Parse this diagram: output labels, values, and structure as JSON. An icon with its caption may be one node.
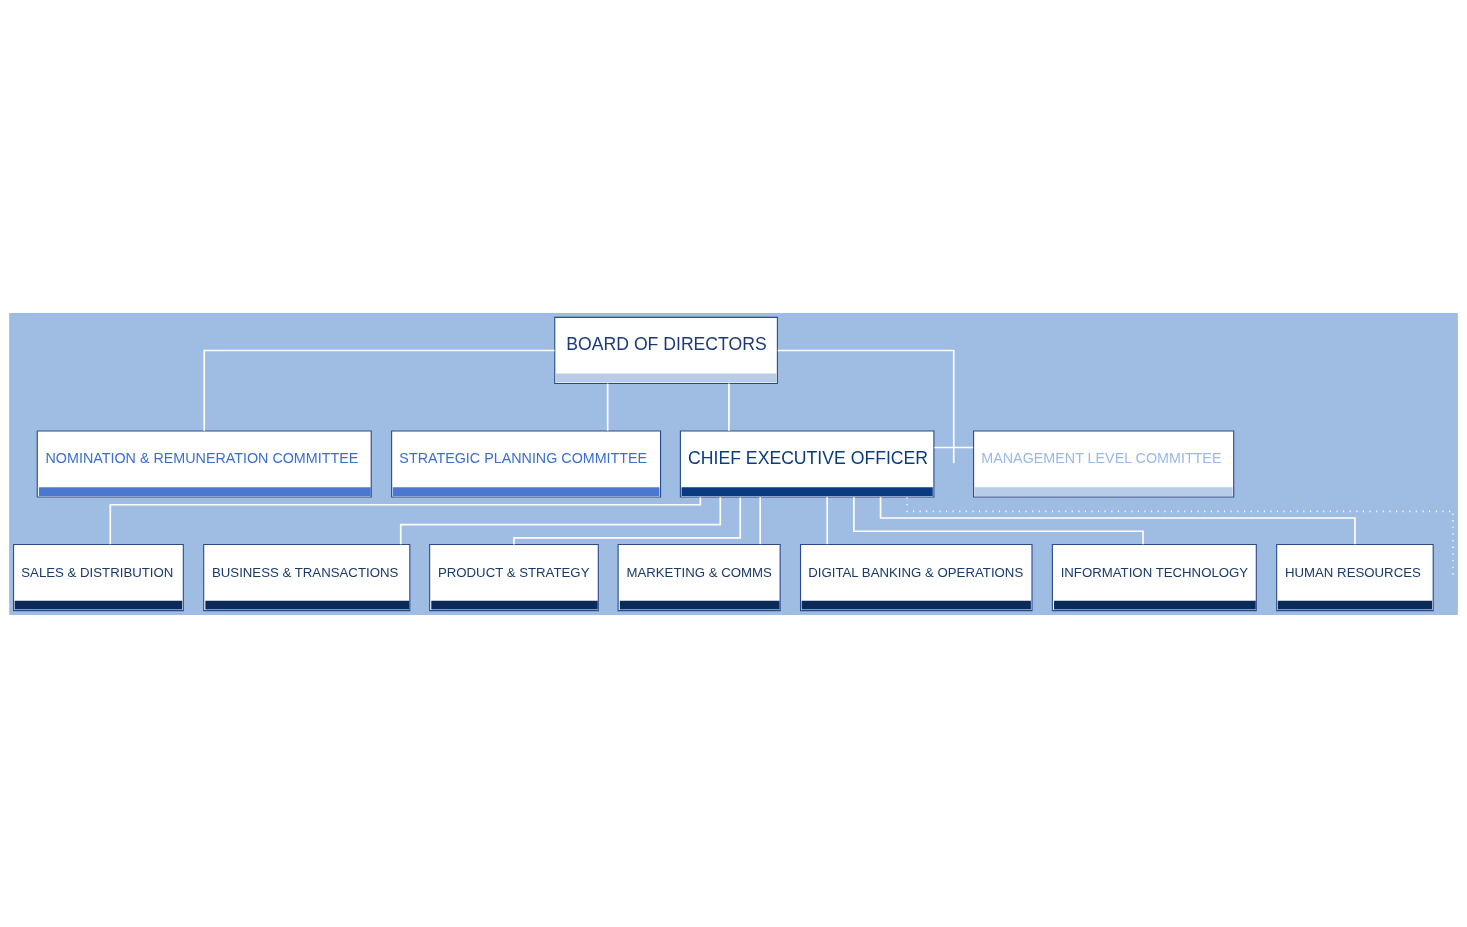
{
  "diagram": {
    "nodes": [
      {
        "text": [
          "BOARD OF DIRECTORS"
        ]
      },
      {
        "text": [
          "NOMINATION & REMUNERATION COMMITTEE"
        ]
      },
      {
        "text": [
          "STRATEGIC PLANNING COMMITTEE"
        ]
      },
      {
        "text": [
          "MANAGEMENT LEVEL COMMITTEE"
        ]
      },
      {
        "text": [
          "CHIEF EXECUTIVE OFFICER"
        ]
      },
      {
        "text": [
          "SALES & DISTRIBUTION"
        ]
      },
      {
        "text": [
          "BUSINESS & TRANSACTIONS"
        ]
      },
      {
        "text": [
          "PRODUCT & STRATEGY"
        ]
      },
      {
        "text": [
          "MARKETING & COMMS"
        ]
      },
      {
        "text": [
          "DIGITAL BANKING & OPERATIONS"
        ]
      },
      {
        "text": [
          "INFORMATION TECHNOLOGY"
        ]
      },
      {
        "text": [
          "HUMAN RESOURCES"
        ]
      }
    ],
    "edges": [
      {
        "from": 0,
        "to": 1,
        "arrow": "none"
      },
      {
        "from": 0,
        "to": 2,
        "arrow": "none"
      },
      {
        "from": 0,
        "to": null,
        "arrow": "none"
      },
      {
        "from": 0,
        "to": 4,
        "arrow": "none"
      },
      {
        "from": 3,
        "to": 4,
        "arrow": "none"
      },
      {
        "from": 4,
        "to": null,
        "arrow": "none",
        "style": "dashed"
      },
      {
        "from": 4,
        "to": 5,
        "arrow": "none"
      },
      {
        "from": 4,
        "to": 6,
        "arrow": "none"
      },
      {
        "from": 4,
        "to": 7,
        "arrow": "none"
      },
      {
        "from": 4,
        "to": 8,
        "arrow": "none"
      },
      {
        "from": 4,
        "to": 9,
        "arrow": "none"
      },
      {
        "from": 4,
        "to": 10,
        "arrow": "none"
      },
      {
        "from": 4,
        "to": 11,
        "arrow": "none"
      }
    ]
  }
}
